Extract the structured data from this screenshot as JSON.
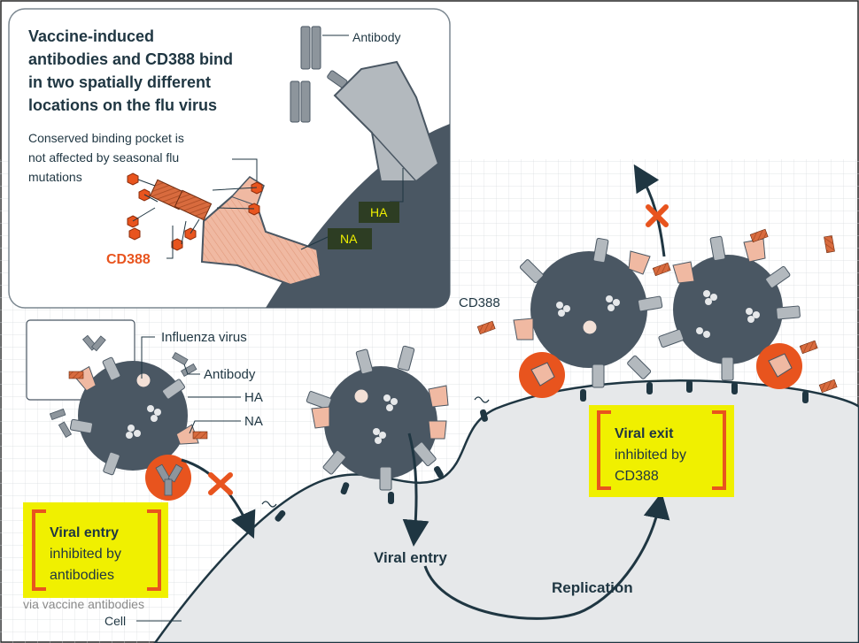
{
  "inset": {
    "title_lines": [
      "Vaccine-induced",
      "antibodies and CD388 bind",
      "in two spatially different",
      "locations on the flu virus"
    ],
    "note_lines": [
      "Conserved binding pocket is",
      "not affected by seasonal flu",
      "mutations"
    ],
    "antibody_label": "Antibody",
    "ha_label": "HA",
    "na_label": "NA",
    "cd388_label": "CD388"
  },
  "legend": {
    "influenza_virus": "Influenza virus",
    "antibody": "Antibody",
    "ha": "HA",
    "na": "NA"
  },
  "labels": {
    "cd388": "CD388",
    "viral_entry": "Viral entry",
    "replication": "Replication",
    "cell": "Cell",
    "via_vaccine": "via vaccine antibodies"
  },
  "entry_box": {
    "line1": "Viral entry",
    "line2": "inhibited by",
    "line3": "antibodies"
  },
  "exit_box": {
    "line1": "Viral exit",
    "line2": "inhibited by",
    "line3": "CD388"
  },
  "colors": {
    "virus": "#4a5763",
    "accent_orange": "#e8541e",
    "highlight_yellow": "#f0f000",
    "na_pink": "#f0b9a2",
    "ha_grey": "#a7adb3",
    "cell_fill": "#e6e8ea",
    "dark_text": "#1f3642"
  }
}
